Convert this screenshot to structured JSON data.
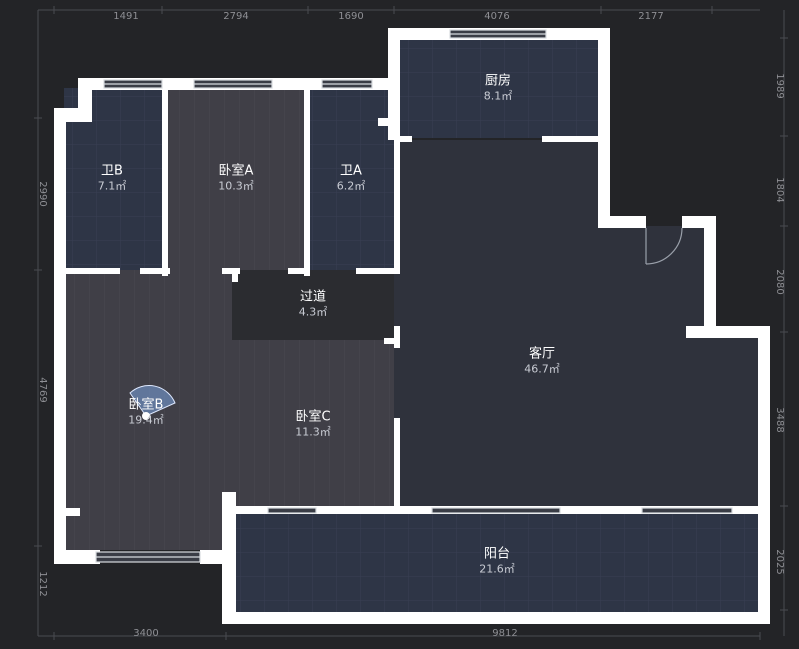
{
  "dimensions": {
    "top": [
      "1491",
      "2794",
      "1690",
      "4076",
      "2177"
    ],
    "bottom": [
      "3400",
      "9812"
    ],
    "left": [
      "2990",
      "4769",
      "1212"
    ],
    "right": [
      "1989",
      "1804",
      "2080",
      "3488",
      "2025"
    ]
  },
  "rooms": [
    {
      "id": "kitchen",
      "name": "厨房",
      "area": "8.1㎡"
    },
    {
      "id": "bath-b",
      "name": "卫B",
      "area": "7.1㎡"
    },
    {
      "id": "bedroom-a",
      "name": "卧室A",
      "area": "10.3㎡"
    },
    {
      "id": "bath-a",
      "name": "卫A",
      "area": "6.2㎡"
    },
    {
      "id": "hallway",
      "name": "过道",
      "area": "4.3㎡"
    },
    {
      "id": "living",
      "name": "客厅",
      "area": "46.7㎡"
    },
    {
      "id": "bedroom-b",
      "name": "卧室B",
      "area": "19.4㎡"
    },
    {
      "id": "bedroom-c",
      "name": "卧室C",
      "area": "11.3㎡"
    },
    {
      "id": "balcony",
      "name": "阳台",
      "area": "21.6㎡"
    }
  ],
  "colors": {
    "background": "#232427",
    "wall": "#ffffff",
    "tile_floor": "#2e3546",
    "wood_floor": "#403f47",
    "living_floor": "#2f323c",
    "hallway_floor": "#2b2c30",
    "dimension_text": "#8e8f94"
  }
}
